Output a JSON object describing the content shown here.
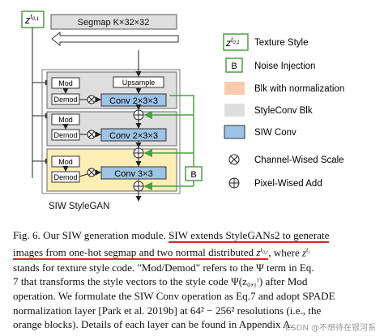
{
  "figure": {
    "seg_input": "Segmap K×32×32",
    "z_symbol": "z",
    "z_sup": "t",
    "z_sup_sub": "0,1",
    "mod": "Mod",
    "demod": "Demod",
    "upsample": "Upsample",
    "conv1": "Conv 2×3×3",
    "conv2": "Conv 2×3×3",
    "conv3": "Conv 3×3",
    "noise": "B",
    "model_name": "SIW StyleGAN",
    "colors": {
      "blue": "#9dc3e6",
      "orange": "#f8cbad",
      "yellow": "#fdeeb6",
      "gray": "#dedede",
      "green": "#4aa043"
    }
  },
  "legend": [
    {
      "label": "Texture Style"
    },
    {
      "label": "Noise Injection"
    },
    {
      "label": "Blk with normalization"
    },
    {
      "label": "StyleConv Blk"
    },
    {
      "label": "SIW Conv"
    },
    {
      "label": "Channel-Wised Scale"
    },
    {
      "label": "Pixel-Wised Add"
    }
  ],
  "caption": {
    "l1_prefix": "Fig. 6.   Our SIW generation module. ",
    "l1_ul": "SIW extends StyleGANs2 to generate",
    "l2_ul_a": "images from one-hot segmap and two normal distributed ",
    "l2_ul_z": "z",
    "l2_ul_sup": "t",
    "l2_ul_supsub": "0,1",
    "l2_rest": ", where ",
    "l2_z": "z",
    "l2_sup": "t",
    "l2_supsub": "i",
    "l3": "stands for texture style code. \"Mod/Demod\" refers to the Ψ term in Eq.",
    "l4": "7 that transforms the style vectors to the style code Ψ(z₀,₁ᵗ) after Mod",
    "l5": "operation. We formulate the SIW Conv operation as Eq.7 and adopt SPADE",
    "l6": "normalization layer [Park et al. 2019b] at 64² − 256² resolutions (i.e., the",
    "l7": "orange blocks). Details of each layer can be found in Appendix A."
  },
  "watermark": "CSDN @不想待在银河系"
}
